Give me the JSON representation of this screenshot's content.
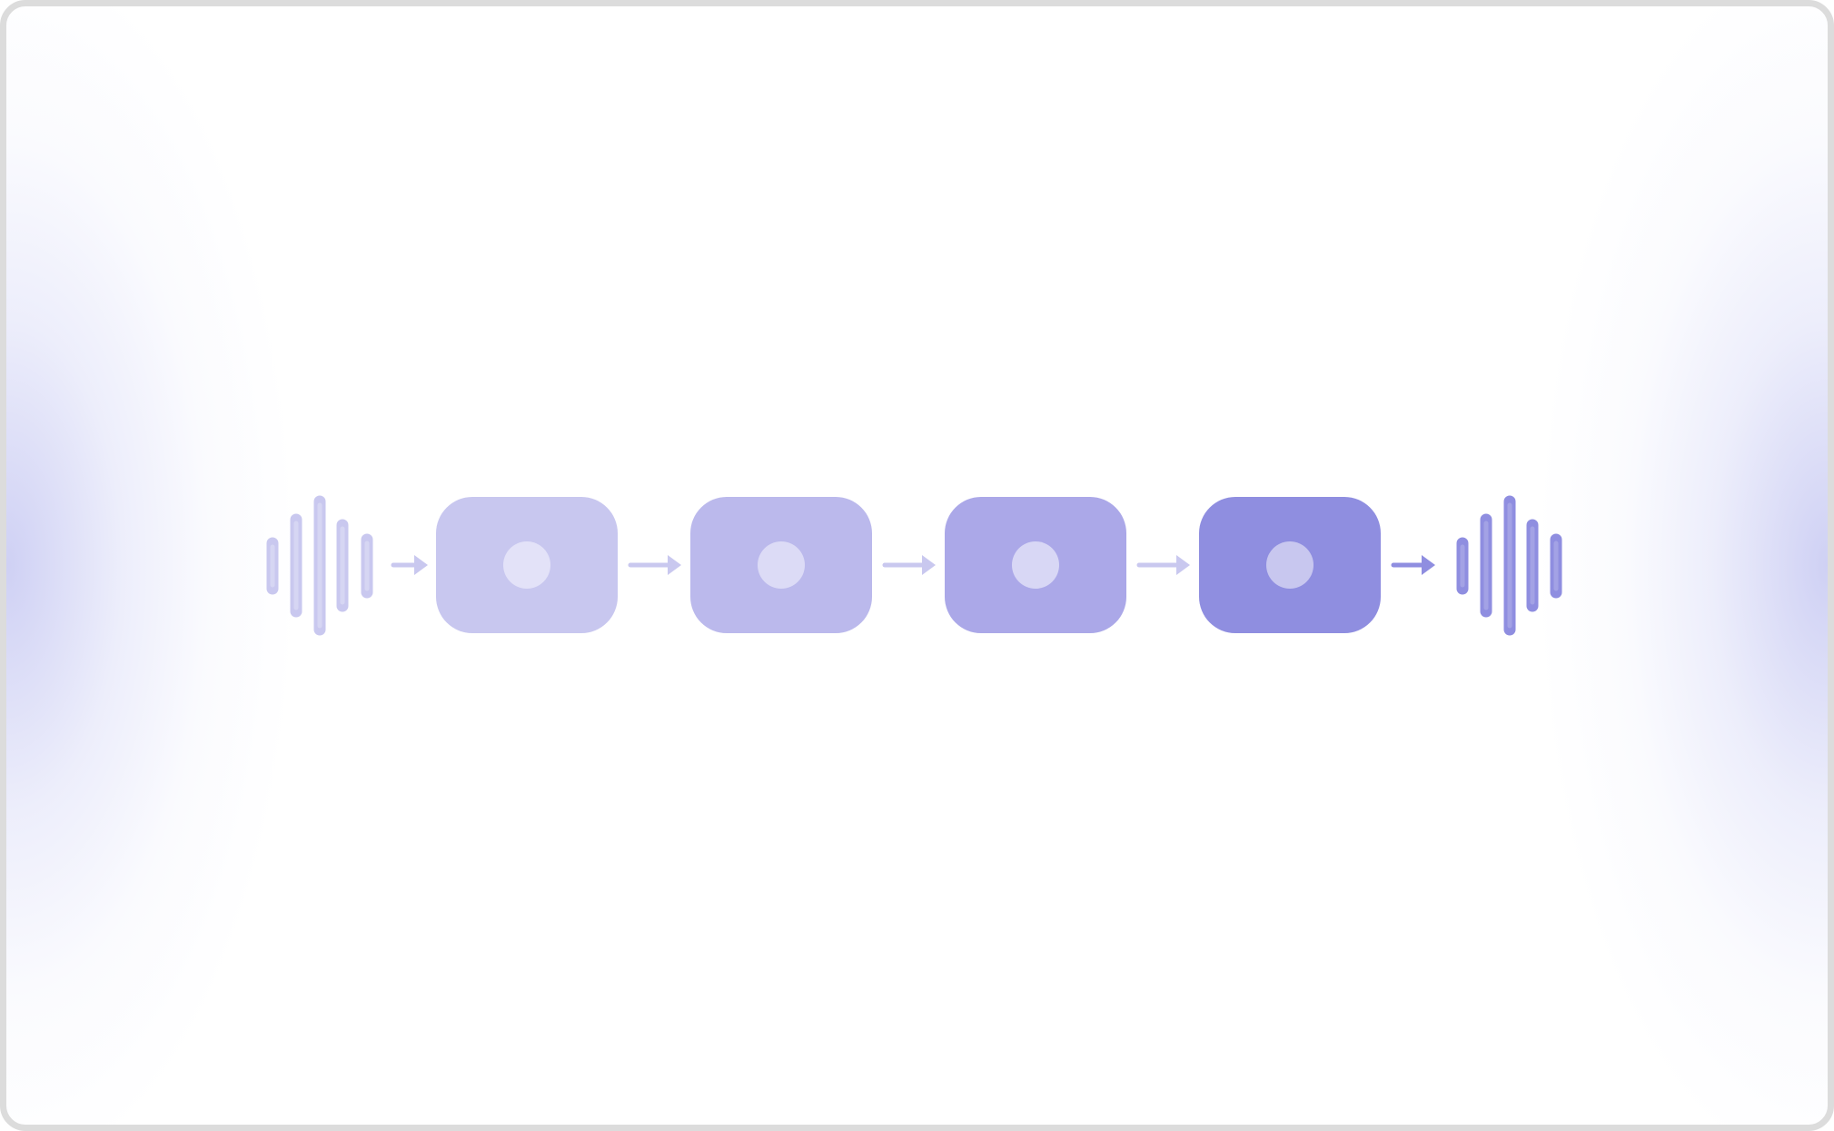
{
  "diagram": {
    "colors": {
      "frame_border": "#dcdcdc",
      "glow": "#c6c8f2",
      "input_wave": "#c9c8ef",
      "block_1": "#c8c7ef",
      "block_2": "#bbb9ec",
      "block_3": "#aba8e8",
      "block_4": "#8f8ee0",
      "output_wave": "#8f8ee0",
      "arrow_light": "#c9c8ef",
      "arrow_dark": "#8f8ee0"
    },
    "input_waveform": {
      "icon": "audio-waveform-icon",
      "bars": 5
    },
    "blocks": [
      {
        "icon": "circle-icon",
        "color": "#c8c7ef",
        "dot": "#e3e2f8"
      },
      {
        "icon": "circle-icon",
        "color": "#bbb9ec",
        "dot": "#dcdbf6"
      },
      {
        "icon": "circle-icon",
        "color": "#aba8e8",
        "dot": "#d8d7f5"
      },
      {
        "icon": "circle-icon",
        "color": "#8f8ee0",
        "dot": "#c8c7ef"
      }
    ],
    "output_waveform": {
      "icon": "audio-waveform-icon",
      "bars": 5
    },
    "arrows": 5
  }
}
